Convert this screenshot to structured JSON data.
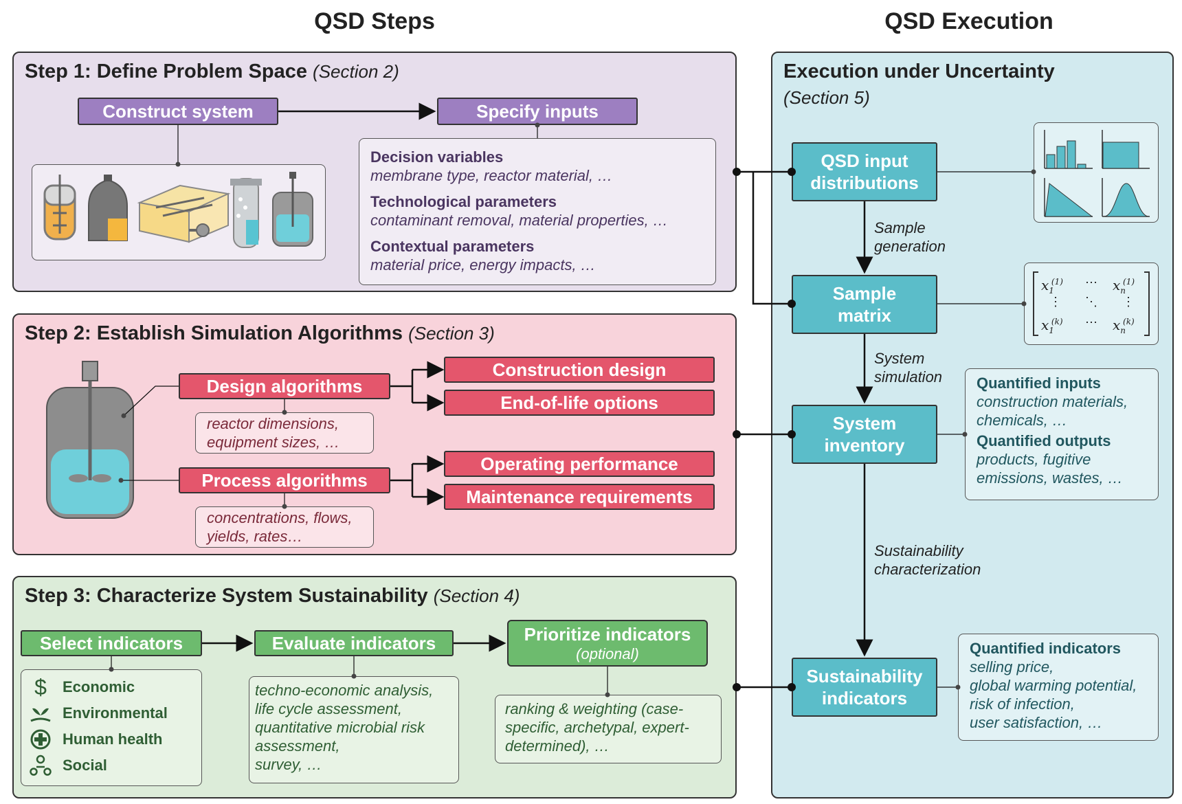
{
  "headers": {
    "steps": "QSD Steps",
    "execution": "QSD Execution"
  },
  "step1": {
    "title": "Step 1: Define Problem Space",
    "section": "(Section 2)",
    "construct": "Construct system",
    "specify": "Specify inputs",
    "groups": [
      {
        "label": "Decision variables",
        "items": "membrane type, reactor material, …"
      },
      {
        "label": "Technological parameters",
        "items": "contaminant removal, material properties, …"
      },
      {
        "label": "Contextual parameters",
        "items": "material price, energy impacts, …"
      }
    ]
  },
  "step2": {
    "title": "Step 2: Establish Simulation Algorithms",
    "section": "(Section 3)",
    "design": "Design algorithms",
    "design_examples": [
      "reactor dimensions,",
      "equipment sizes, …"
    ],
    "construction": "Construction design",
    "eol": "End-of-life options",
    "process": "Process algorithms",
    "process_examples": [
      "concentrations, flows,",
      "yields, rates…"
    ],
    "operating": "Operating performance",
    "maintenance": "Maintenance requirements"
  },
  "step3": {
    "title": "Step 3: Characterize System Sustainability",
    "section": "(Section 4)",
    "select": "Select indicators",
    "evaluate": "Evaluate indicators",
    "prioritize": "Prioritize indicators",
    "optional": "(optional)",
    "indicators": [
      {
        "icon": "dollar-icon",
        "label": "Economic"
      },
      {
        "icon": "plant-hand-icon",
        "label": "Environmental"
      },
      {
        "icon": "medical-cross-icon",
        "label": "Human health"
      },
      {
        "icon": "people-network-icon",
        "label": "Social"
      }
    ],
    "evaluate_examples": [
      "techno-economic analysis,",
      "life cycle assessment,",
      "quantitative microbial risk",
      "assessment,",
      "survey, …"
    ],
    "prioritize_examples": [
      "ranking & weighting (case-",
      "specific, archetypal, expert-",
      "determined), …"
    ]
  },
  "execution": {
    "title": "Execution under Uncertainty",
    "section": "(Section 5)",
    "node1": [
      "QSD input",
      "distributions"
    ],
    "edge1": [
      "Sample",
      "generation"
    ],
    "node2": [
      "Sample",
      "matrix"
    ],
    "edge2": [
      "System",
      "simulation"
    ],
    "node3": [
      "System",
      "inventory"
    ],
    "edge3": [
      "Sustainability",
      "characterization"
    ],
    "node4": [
      "Sustainability",
      "indicators"
    ],
    "inventory_box": [
      {
        "label": "Quantified inputs",
        "items": [
          "construction materials,",
          "chemicals, …"
        ]
      },
      {
        "label": "Quantified outputs",
        "items": [
          "products, fugitive",
          "emissions, wastes, …"
        ]
      }
    ],
    "indicators_box": {
      "label": "Quantified indicators",
      "items": [
        "selling price,",
        "global warming potential,",
        "risk of infection,",
        "user satisfaction, …"
      ]
    },
    "matrix": {
      "tl": "x",
      "tl_sub": "1",
      "tl_sup": "(1)",
      "tr": "x",
      "tr_sub": "n",
      "tr_sup": "(1)",
      "bl": "x",
      "bl_sub": "1",
      "bl_sup": "(k)",
      "br": "x",
      "br_sub": "n",
      "br_sup": "(k)"
    }
  },
  "colors": {
    "step1_bg": "#e7deec",
    "step2_bg": "#f8d3db",
    "step3_bg": "#dcecd9",
    "exec_bg": "#d2eaef",
    "purple": "#9d7fc1",
    "red": "#e4566c",
    "green": "#6dbb6e",
    "teal": "#5bbdc9"
  }
}
